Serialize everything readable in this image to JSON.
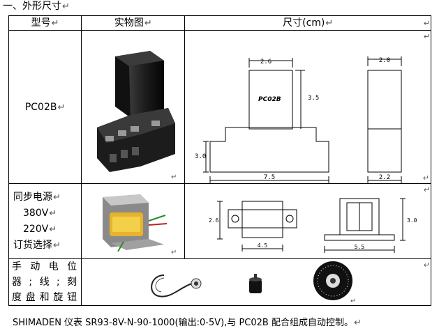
{
  "heading": "一、外形尺寸",
  "table": {
    "headers": [
      "型号",
      "实物图",
      "尺寸(cm)"
    ],
    "rows": [
      {
        "label": "PC02B",
        "device_label": "PC02B",
        "dims": {
          "top_width": "2.6",
          "top_height": "3.5",
          "base_height": "3.0",
          "base_width": "7.5",
          "side_width": "2.0",
          "side_bottom": "2.2"
        }
      },
      {
        "label_lines": [
          "同步电源",
          "380V",
          "220V",
          "订货选择"
        ],
        "dims": {
          "height_left": "2.6",
          "width_left": "4.5",
          "height_right": "3.0",
          "width_right": "5.5"
        }
      },
      {
        "label_lines": [
          "手动电位",
          "器;线;刻",
          "度盘和旋钮"
        ]
      }
    ]
  },
  "footer": "SHIMADEN 仪表 SR93-8V-N-90-1000(输出:0-5V),与 PC02B 配合组成自动控制。"
}
